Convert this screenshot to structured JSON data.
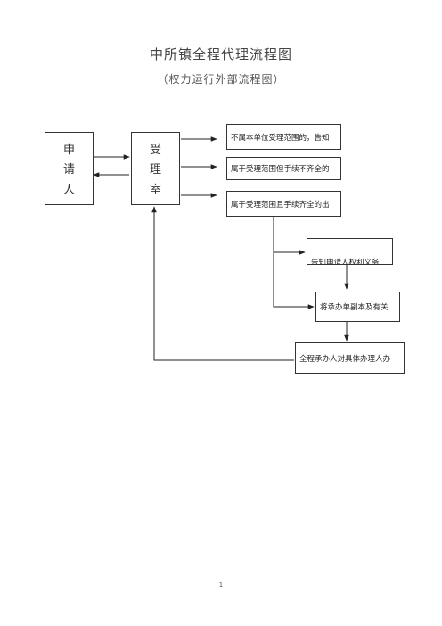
{
  "title": "中所镇全程代理流程图",
  "subtitle": "（权力运行外部流程图）",
  "applicant": [
    "申",
    "请",
    "人"
  ],
  "reception": [
    "受",
    "理",
    "室"
  ],
  "boxes": {
    "not_in_scope": "不属本单位受理范围的，告知",
    "incomplete": "属于受理范围但手续不齐全的",
    "complete": "属于受理范围且手续齐全的出",
    "notify": "告知申请人权利义务",
    "submit": "将承办单副本及有关",
    "handler": "全程承办人对具体办理人办"
  },
  "page_number": "1"
}
